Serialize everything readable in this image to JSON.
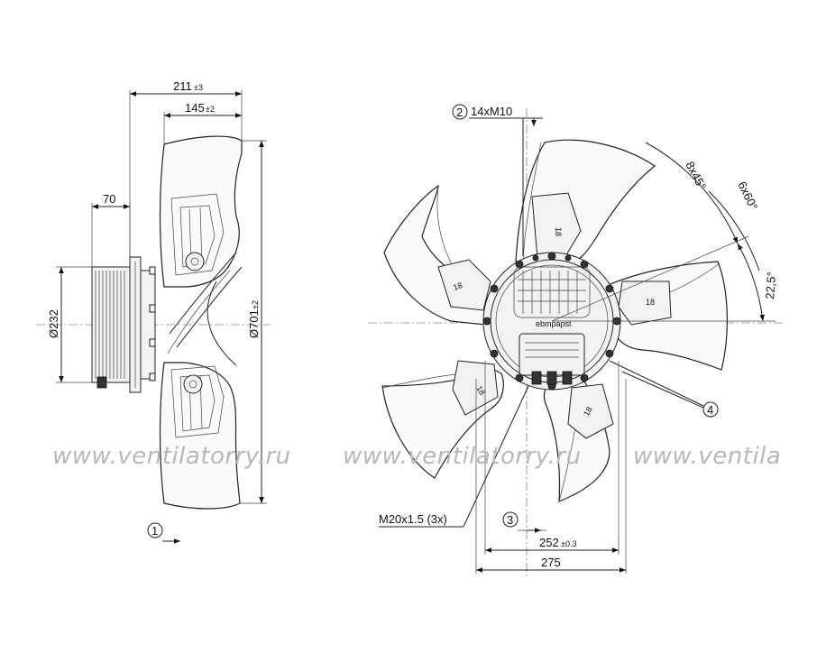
{
  "side_view": {
    "dim_overall_depth": {
      "value": "211",
      "tolerance": "±3"
    },
    "dim_blade_depth": {
      "value": "145",
      "tolerance": "±2"
    },
    "dim_motor_offset": {
      "value": "70"
    },
    "dim_motor_diameter": {
      "value": "Ø232"
    },
    "dim_fan_diameter": {
      "value": "Ø701",
      "tolerance": "±2"
    },
    "callout_1": "1"
  },
  "front_view": {
    "callout_2": "2",
    "mounting_holes": "14xM10",
    "angle_8x45": "8x45°",
    "angle_6x60": "6x60°",
    "angle_22_5": "22,5°",
    "callout_4": "4",
    "cable_gland": "M20x1.5 (3x)",
    "callout_3": "3",
    "dim_hole_circle": {
      "value": "252",
      "tolerance": "±0.3"
    },
    "dim_flange_width": {
      "value": "275"
    },
    "hub_label": "ebmpapst",
    "blade_marks": [
      "18",
      "18",
      "18",
      "18",
      "18"
    ]
  },
  "watermark": {
    "text": "www.ventilatorry.ru",
    "color": "#b8b8b8"
  }
}
